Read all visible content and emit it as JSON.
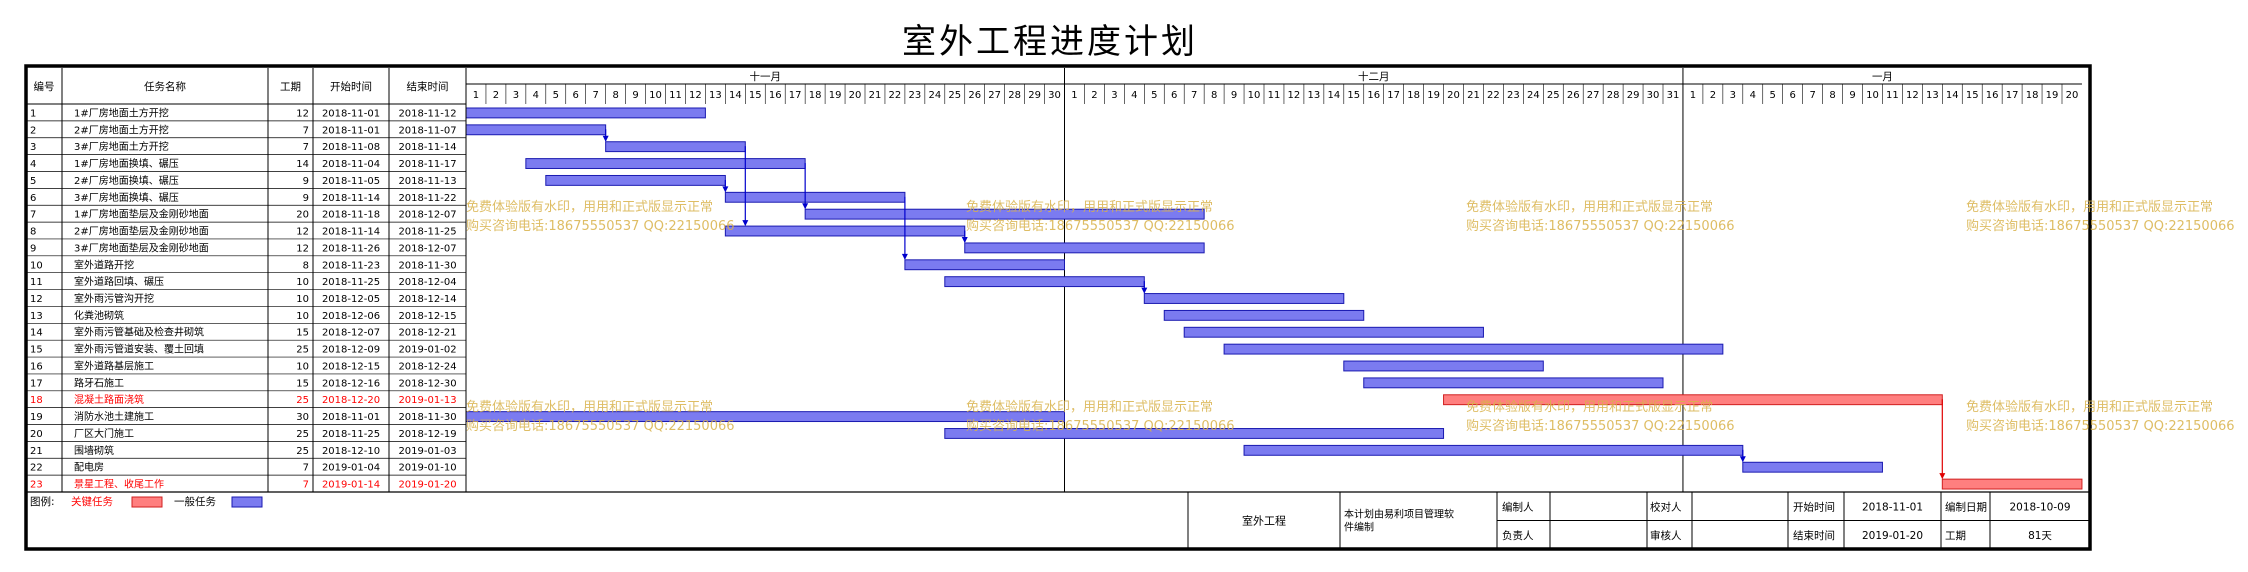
{
  "title": "室外工程进度计划",
  "headers": {
    "id": "编号",
    "name": "任务名称",
    "dur": "工期",
    "start": "开始时间",
    "end": "结束时间"
  },
  "months": [
    {
      "label": "十一月",
      "days": 30
    },
    {
      "label": "十二月",
      "days": 31
    },
    {
      "label": "一月",
      "days": 20
    }
  ],
  "colors": {
    "critical": "#ff7f7f",
    "critical_border": "#d02020",
    "normal": "#7b7bf0",
    "normal_border": "#1a1ab0",
    "link": "#0000cc",
    "critical_link": "#e00000",
    "critical_text": "#ff0000",
    "watermark": "#d9b24a"
  },
  "watermark": {
    "line1": "免费体验版有水印，用用和正式版显示正常",
    "line2": "购买咨询电话:18675550537 QQ:22150066"
  },
  "chart_data": {
    "type": "gantt",
    "timeline_start": "2018-11-01",
    "timeline_end": "2019-01-20",
    "tasks": [
      {
        "id": "1",
        "name": "1#厂房地面土方开挖",
        "dur": 12,
        "start": "2018-11-01",
        "end": "2018-11-12",
        "critical": false
      },
      {
        "id": "2",
        "name": "2#厂房地面土方开挖",
        "dur": 7,
        "start": "2018-11-01",
        "end": "2018-11-07",
        "critical": false
      },
      {
        "id": "3",
        "name": "3#厂房地面土方开挖",
        "dur": 7,
        "start": "2018-11-08",
        "end": "2018-11-14",
        "critical": false
      },
      {
        "id": "4",
        "name": "1#厂房地面换填、碾压",
        "dur": 14,
        "start": "2018-11-04",
        "end": "2018-11-17",
        "critical": false
      },
      {
        "id": "5",
        "name": "2#厂房地面换填、碾压",
        "dur": 9,
        "start": "2018-11-05",
        "end": "2018-11-13",
        "critical": false
      },
      {
        "id": "6",
        "name": "3#厂房地面换填、碾压",
        "dur": 9,
        "start": "2018-11-14",
        "end": "2018-11-22",
        "critical": false
      },
      {
        "id": "7",
        "name": "1#厂房地面垫层及金刚砂地面",
        "dur": 20,
        "start": "2018-11-18",
        "end": "2018-12-07",
        "critical": false
      },
      {
        "id": "8",
        "name": "2#厂房地面垫层及金刚砂地面",
        "dur": 12,
        "start": "2018-11-14",
        "end": "2018-11-25",
        "critical": false
      },
      {
        "id": "9",
        "name": "3#厂房地面垫层及金刚砂地面",
        "dur": 12,
        "start": "2018-11-26",
        "end": "2018-12-07",
        "critical": false
      },
      {
        "id": "10",
        "name": "室外道路开挖",
        "dur": 8,
        "start": "2018-11-23",
        "end": "2018-11-30",
        "critical": false
      },
      {
        "id": "11",
        "name": "室外道路回填、碾压",
        "dur": 10,
        "start": "2018-11-25",
        "end": "2018-12-04",
        "critical": false
      },
      {
        "id": "12",
        "name": "室外雨污管沟开挖",
        "dur": 10,
        "start": "2018-12-05",
        "end": "2018-12-14",
        "critical": false
      },
      {
        "id": "13",
        "name": "化粪池砌筑",
        "dur": 10,
        "start": "2018-12-06",
        "end": "2018-12-15",
        "critical": false
      },
      {
        "id": "14",
        "name": "室外雨污管基础及检查井砌筑",
        "dur": 15,
        "start": "2018-12-07",
        "end": "2018-12-21",
        "critical": false
      },
      {
        "id": "15",
        "name": "室外雨污管道安装、覆土回填",
        "dur": 25,
        "start": "2018-12-09",
        "end": "2019-01-02",
        "critical": false
      },
      {
        "id": "16",
        "name": "室外道路基层施工",
        "dur": 10,
        "start": "2018-12-15",
        "end": "2018-12-24",
        "critical": false
      },
      {
        "id": "17",
        "name": "路牙石施工",
        "dur": 15,
        "start": "2018-12-16",
        "end": "2018-12-30",
        "critical": false
      },
      {
        "id": "18",
        "name": "混凝土路面浇筑",
        "dur": 25,
        "start": "2018-12-20",
        "end": "2019-01-13",
        "critical": true
      },
      {
        "id": "19",
        "name": "消防水池土建施工",
        "dur": 30,
        "start": "2018-11-01",
        "end": "2018-11-30",
        "critical": false
      },
      {
        "id": "20",
        "name": "厂区大门施工",
        "dur": 25,
        "start": "2018-11-25",
        "end": "2018-12-19",
        "critical": false
      },
      {
        "id": "21",
        "name": "围墙砌筑",
        "dur": 25,
        "start": "2018-12-10",
        "end": "2019-01-03",
        "critical": false
      },
      {
        "id": "22",
        "name": "配电房",
        "dur": 7,
        "start": "2019-01-04",
        "end": "2019-01-10",
        "critical": false
      },
      {
        "id": "23",
        "name": "景星工程、收尾工作",
        "dur": 7,
        "start": "2019-01-14",
        "end": "2019-01-20",
        "critical": true
      }
    ],
    "links": [
      {
        "from": "2",
        "to": "3",
        "critical": false
      },
      {
        "from": "5",
        "to": "6",
        "critical": false
      },
      {
        "from": "4",
        "to": "7",
        "critical": false
      },
      {
        "from": "3",
        "to": "8",
        "critical": false
      },
      {
        "from": "8",
        "to": "9",
        "critical": false
      },
      {
        "from": "6",
        "to": "10",
        "critical": false
      },
      {
        "from": "11",
        "to": "12",
        "critical": false
      },
      {
        "from": "21",
        "to": "22",
        "critical": false
      },
      {
        "from": "18",
        "to": "23",
        "critical": true
      }
    ]
  },
  "legend": {
    "label": "图例:",
    "critical": "关键任务",
    "normal": "一般任务"
  },
  "footer": {
    "project": "室外工程",
    "note": "本计划由易利项目管理软件编制",
    "compiler": "编制人",
    "reviewer": "校对人",
    "owner": "负责人",
    "auditor": "审核人",
    "start_label": "开始时间",
    "start_value": "2018-11-01",
    "end_label": "结束时间",
    "end_value": "2019-01-20",
    "date_label": "编制日期",
    "date_value": "2018-10-09",
    "dur_label": "工期",
    "dur_value": "81天"
  }
}
